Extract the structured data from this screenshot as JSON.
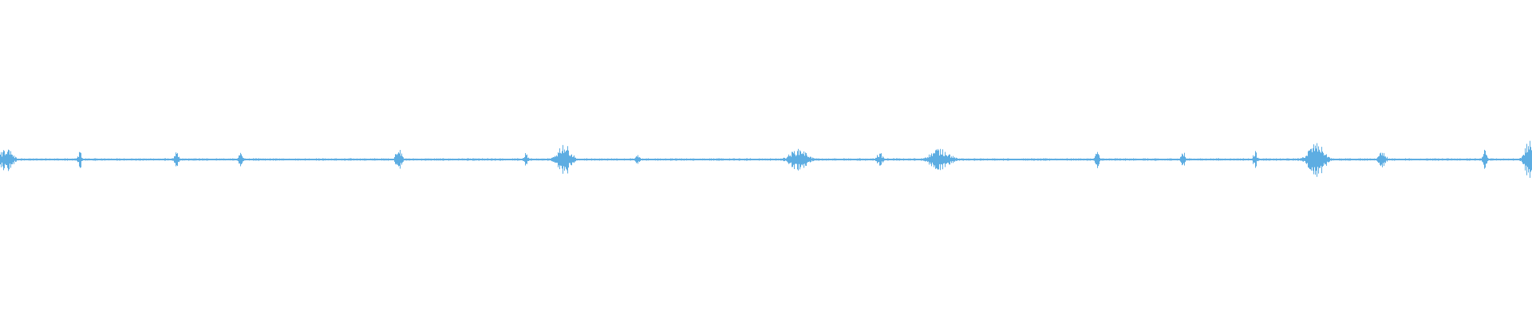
{
  "waveform": {
    "color": "#5dade2",
    "background": "#ffffff",
    "bursts": [
      {
        "t": 0.004,
        "amp": 0.09,
        "dur": 0.006
      },
      {
        "t": 0.052,
        "amp": 0.06,
        "dur": 0.002
      },
      {
        "t": 0.115,
        "amp": 0.06,
        "dur": 0.002
      },
      {
        "t": 0.157,
        "amp": 0.06,
        "dur": 0.002
      },
      {
        "t": 0.26,
        "amp": 0.09,
        "dur": 0.003
      },
      {
        "t": 0.343,
        "amp": 0.05,
        "dur": 0.002
      },
      {
        "t": 0.368,
        "amp": 0.11,
        "dur": 0.007
      },
      {
        "t": 0.416,
        "amp": 0.04,
        "dur": 0.002
      },
      {
        "t": 0.521,
        "amp": 0.08,
        "dur": 0.009
      },
      {
        "t": 0.574,
        "amp": 0.05,
        "dur": 0.003
      },
      {
        "t": 0.613,
        "amp": 0.08,
        "dur": 0.01
      },
      {
        "t": 0.716,
        "amp": 0.06,
        "dur": 0.002
      },
      {
        "t": 0.772,
        "amp": 0.06,
        "dur": 0.002
      },
      {
        "t": 0.819,
        "amp": 0.06,
        "dur": 0.002
      },
      {
        "t": 0.859,
        "amp": 0.12,
        "dur": 0.008
      },
      {
        "t": 0.902,
        "amp": 0.05,
        "dur": 0.004
      },
      {
        "t": 0.969,
        "amp": 0.07,
        "dur": 0.002
      },
      {
        "t": 0.998,
        "amp": 0.13,
        "dur": 0.005
      }
    ],
    "noise_amp": 0.008
  }
}
